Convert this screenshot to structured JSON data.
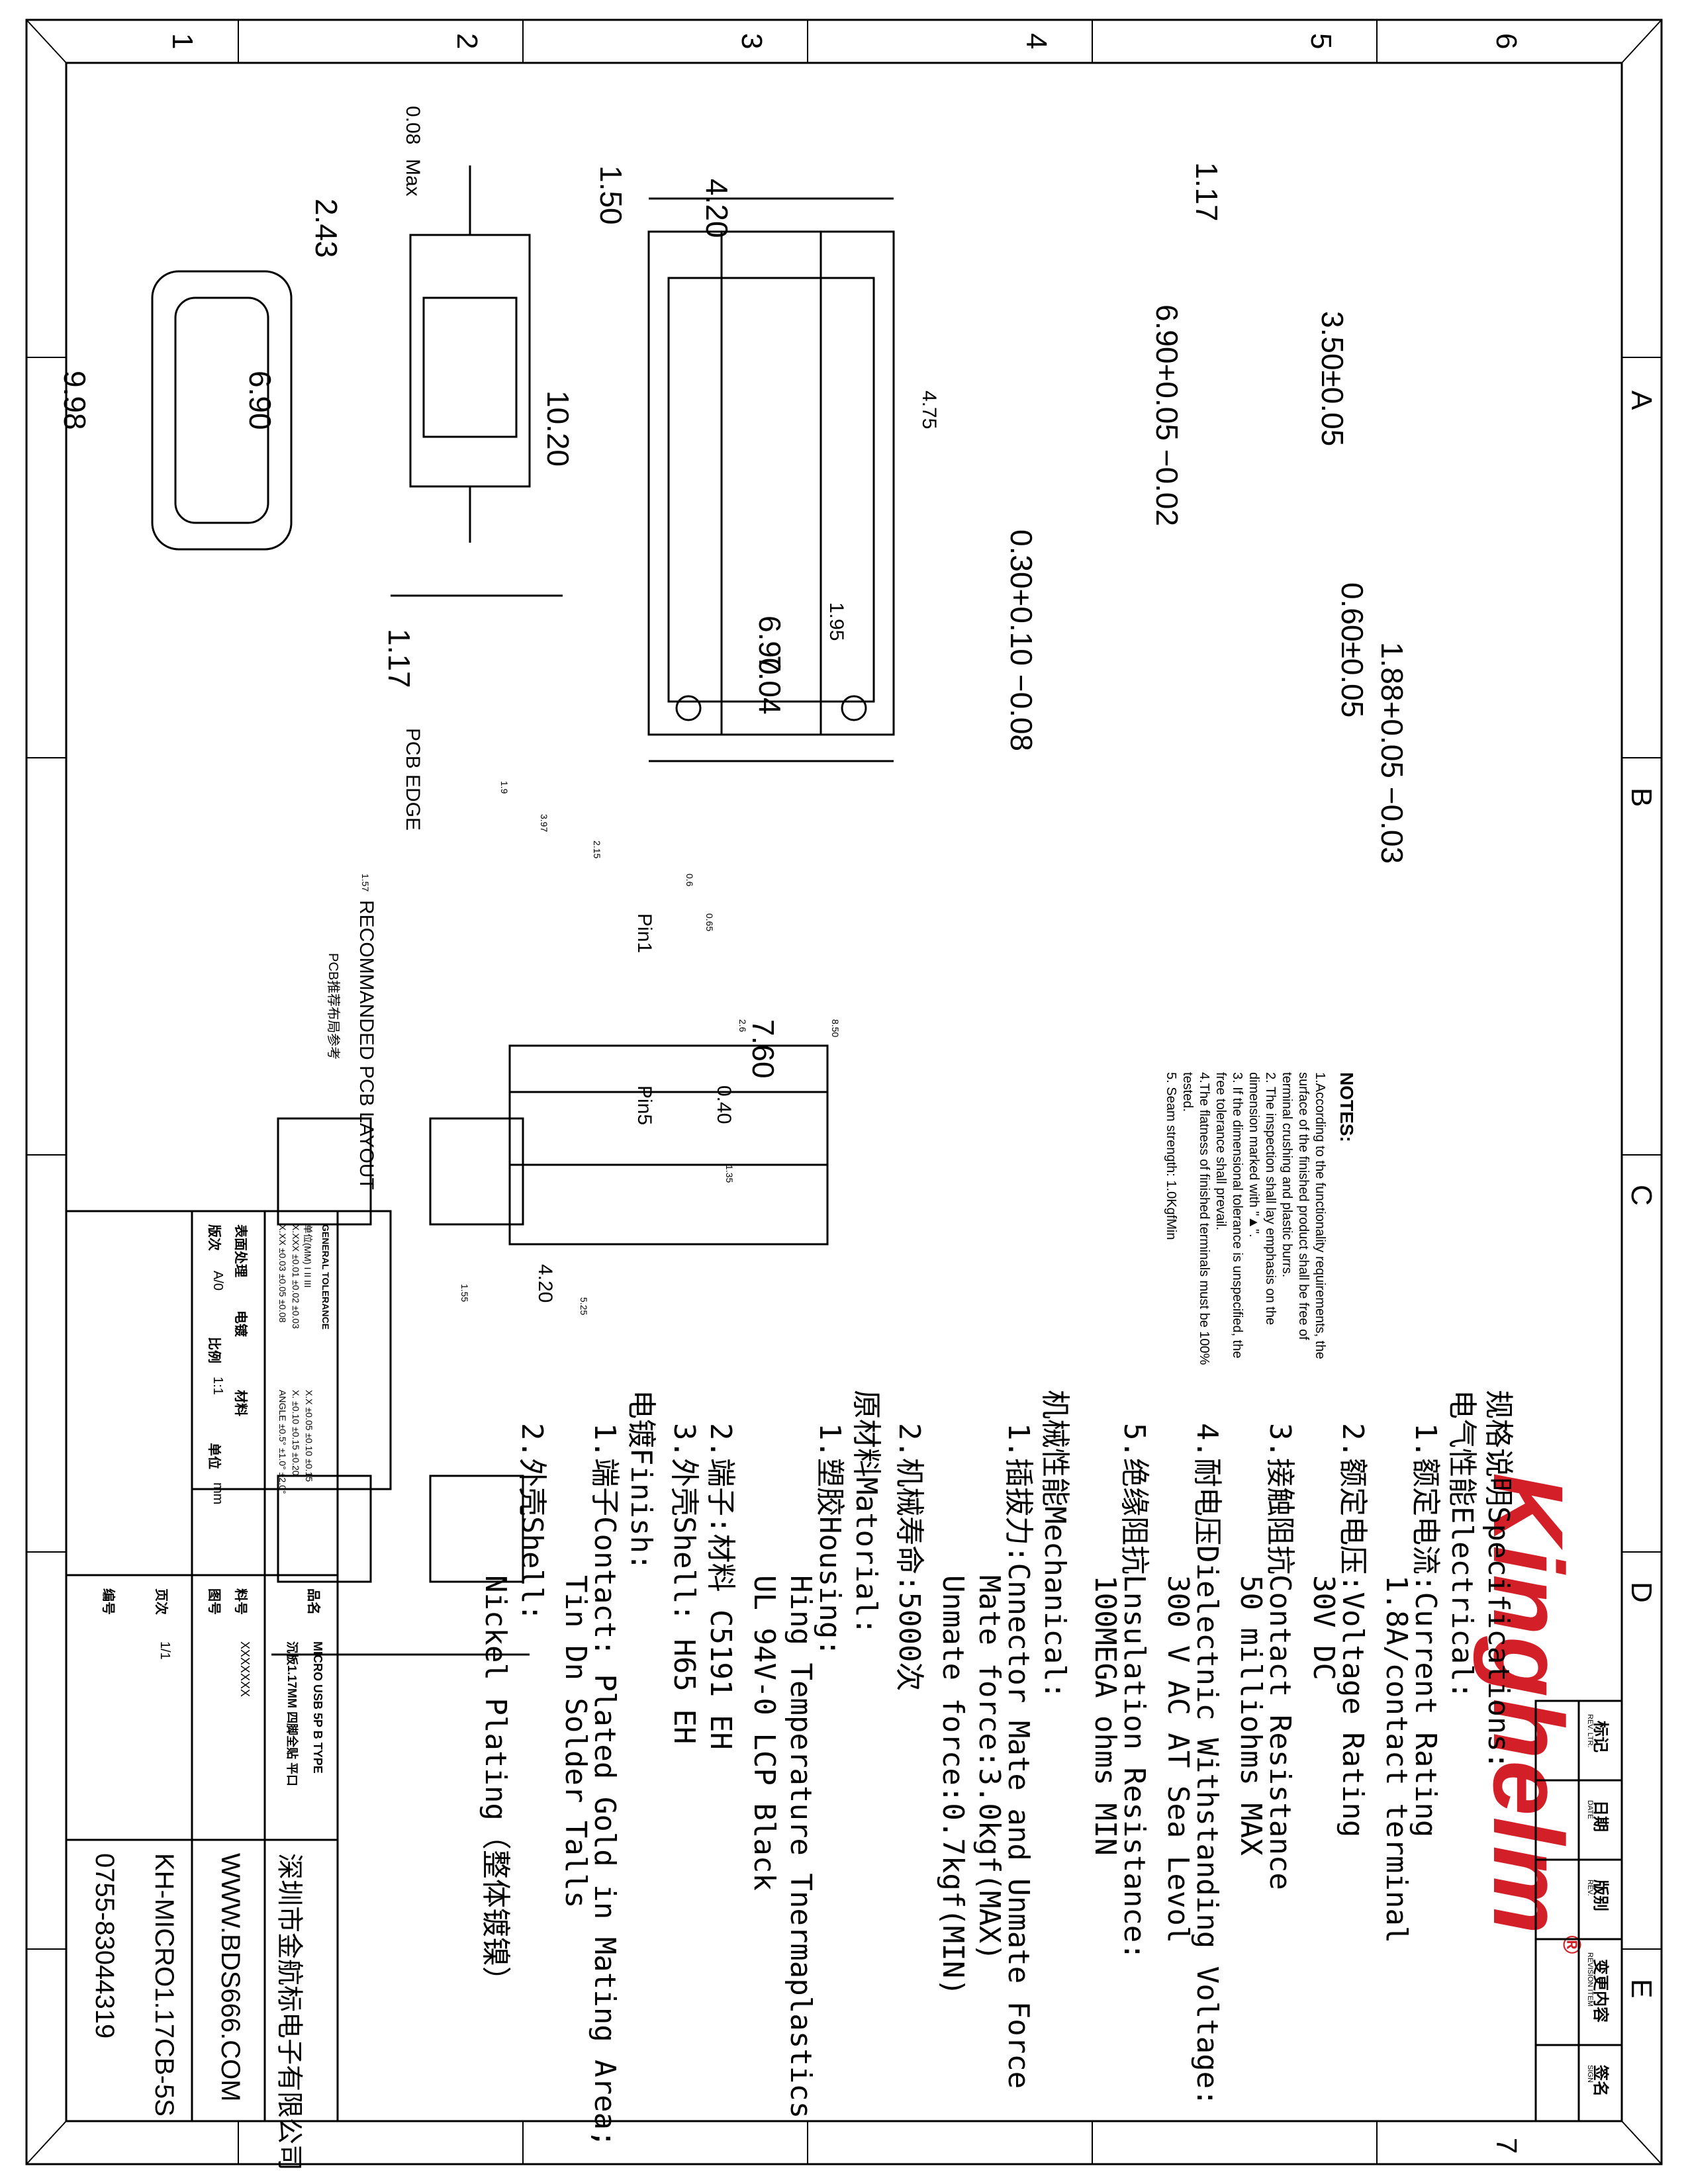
{
  "brand": {
    "name": "Kinghelm",
    "reg": "®"
  },
  "zones": {
    "top_letters": [
      "E",
      "D",
      "C",
      "B",
      "A"
    ],
    "side_numbers": [
      "1",
      "2",
      "3",
      "4",
      "5",
      "6",
      "7"
    ]
  },
  "flatness": {
    "value": "0.08",
    "unit": "Max"
  },
  "dimensions": {
    "left_view": [
      "2.43",
      "9.98",
      "6.90",
      "1.17"
    ],
    "center_view": [
      "1.50",
      "4.20",
      "10.20",
      "4.75",
      "6.90",
      "7.04",
      "1.95"
    ],
    "right_view": [
      "1.17",
      "3.50±0.05",
      "6.90+0.05 −0.02",
      "0.30+0.10 −0.08",
      "0.60±0.05",
      "1.88+0.05 −0.03"
    ],
    "section_view": [
      "3.97",
      "2.15",
      "1.57",
      "0.6"
    ],
    "pcb_layout": [
      "1.9",
      "Pin1",
      "Pin5",
      "0.65",
      "2.6",
      "7.60",
      "8.50",
      "0.40",
      "1.35",
      "4.20",
      "5.25",
      "1.55"
    ]
  },
  "pcb_edge_label": "PCB EDGE",
  "pcb_layout_title": "RECOMMANDED PCB LAYOUT",
  "pcb_layout_title_cn": "PCB推荐布局参考",
  "notes": {
    "heading": "NOTES:",
    "lines": [
      "1.According to the functionality requirements, the",
      "surface of the finished product shall be free of",
      "terminal crushing and plastic burrs.",
      "2. The inspection shall lay emphasis on the",
      "dimension marked with \"▲\".",
      "3. If the dimensional tolerance is unspecified, the",
      "free tolerance shall prevail.",
      "4.The flatness of finished terminals must be 100%",
      "tested.",
      "5. Seam strength: 1.0KgfMin"
    ]
  },
  "specs": [
    "规格说明Specifications:",
    "电气性能Electrical:",
    "1.额定电流:Current Rating",
    "1.8A/contact terminal",
    "2.额定电压:Voltage Rating",
    "30V DC",
    "3.接触阻抗Contact Resistance",
    "50 milliohms MAX",
    "4.耐电压Dielectnic Withstanding Voltage:",
    "300 V AC AT Sea Levol",
    "5.绝缘阻抗Lnsulation Resistance:",
    "100MEGA ohms MIN",
    "机械性能Mechanical:",
    "1.插拔力:Cnnector Mate and Unmate Force",
    "Mate force:3.0kgf(MAX)",
    "Unmate force:0.7kgf(MIN)",
    "2.机械寿命:5000次",
    "原材料Matorial:",
    "1.塑胶Housing:",
    "Hing Temperature Tnermaplastics",
    "UL 94V-0 LCP Black",
    "2.端子:材料 C5191 EH",
    "3.外壳Shell: H65 EH",
    "电镀Finish:",
    "1.端子Contact: Plated Gold in Mating Area;",
    "Tin Dn Solder Talls",
    "2.外壳Shell:",
    "Nickel Plating（整体镀镍）"
  ],
  "revision_table": {
    "headers": [
      "标记",
      "日期",
      "版别",
      "变更内容",
      "签名"
    ],
    "headers_en": [
      "REV. LTR.",
      "DATE",
      "REV.",
      "REVISION ITEM",
      "SIGN"
    ]
  },
  "title_block": {
    "general_tolerance": "GENERAL TOLERANCE",
    "tolerance_rows": [
      [
        "单位(MM)",
        "I",
        "II",
        "III"
      ],
      [
        "X.XXX",
        "±0.01",
        "±0.02",
        "±0.03"
      ],
      [
        "X.XX",
        "±0.03",
        "±0.05",
        "±0.08"
      ],
      [
        "X.X",
        "±0.05",
        "±0.10",
        "±0.15"
      ],
      [
        "X.",
        "±0.10",
        "±0.15",
        "±0.20"
      ],
      [
        "ANGLE",
        "±0.5°",
        "±1.0°",
        "±2.0°"
      ]
    ],
    "labels": {
      "surface": "表面处理",
      "plated": "电镀",
      "material": "材料",
      "version": "版次",
      "scale": "比例",
      "unit": "单位",
      "title": "品名",
      "part_no": "料号",
      "drawn": "图号",
      "page": "页次",
      "file_name": "编号"
    },
    "version": "A/0",
    "scale": "1:1",
    "unit": "mm",
    "title_line1": "MICRO USB 5P B TYPE",
    "title_line2": "沉板1.17MM 四脚全贴 平口",
    "part_no": "XXXXXXX",
    "page": "1/1",
    "company": "深圳市金航标电子有限公司",
    "website": "WWW.BDS666.COM",
    "model": "KH-MICRO1.17CB-5S",
    "phone": "0755-83044319"
  }
}
